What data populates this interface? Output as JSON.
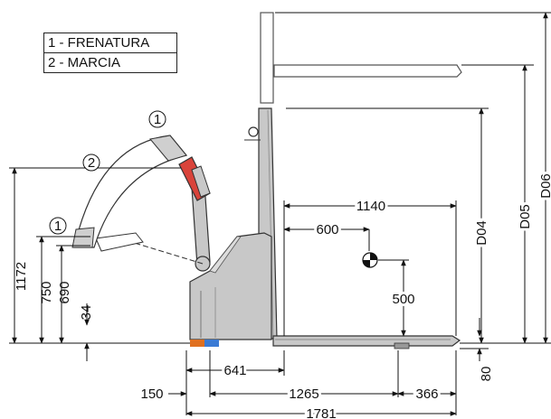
{
  "legend": [
    {
      "label": "1 - FRENATURA"
    },
    {
      "label": "2 - MARCIA"
    }
  ],
  "callouts": {
    "brake": "1",
    "drive": "2"
  },
  "dimensions": {
    "height_1172": "1172",
    "height_750": "750",
    "height_690": "690",
    "height_34": "34",
    "fork_length_1140": "1140",
    "load_center_600": "600",
    "load_center_height_500": "500",
    "mast_D04": "D04",
    "mast_D05": "D05",
    "mast_D06": "D06",
    "width_641": "641",
    "offset_150": "150",
    "length_1265": "1265",
    "length_366": "366",
    "overall_length_1781": "1781",
    "ground_clearance_80": "80"
  },
  "colors": {
    "body": "#c8c8c8",
    "outline": "#333333",
    "handle_red": "#d9433a",
    "wheel_blue": "#3a7bd5",
    "wheel_orange": "#e07020"
  }
}
